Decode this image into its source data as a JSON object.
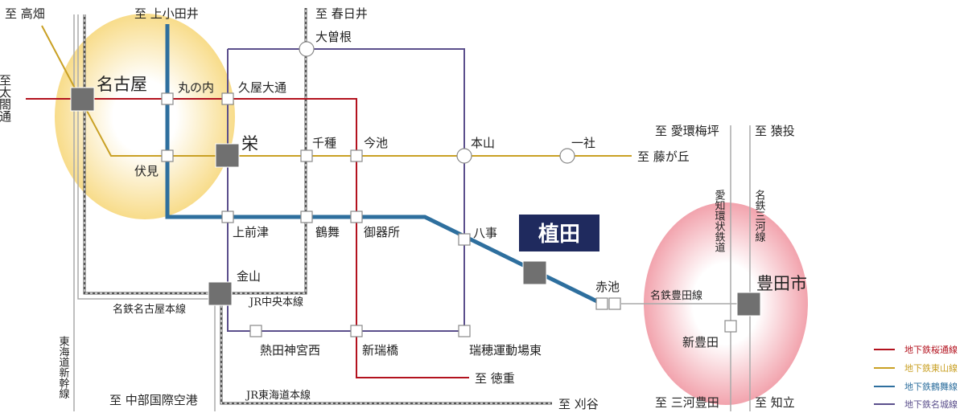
{
  "title": "植田 周辺路線図",
  "colors": {
    "sakura": "#b3121e",
    "higashiyama": "#c9a024",
    "tsurumai": "#2e6f9e",
    "meijo": "#5b4f8c",
    "highlight_box": "#1f2a5e",
    "rail": "#aaaaaa"
  },
  "highlight": "植田",
  "major_stations": {
    "nagoya": "名古屋",
    "sakae": "栄",
    "kanayama": "金山",
    "toyotashi": "豊田市"
  },
  "stations": {
    "marunouchi": "丸の内",
    "hisaya": "久屋大通",
    "fushimi": "伏見",
    "chikusa": "千種",
    "imaike": "今池",
    "motoyama": "本山",
    "issha": "一社",
    "ozone": "大曽根",
    "kamimaezu": "上前津",
    "tsurumai": "鶴舞",
    "gokiso": "御器所",
    "yagoto": "八事",
    "akaike": "赤池",
    "atsutajingunishi": "熱田神宮西",
    "aratamabashi": "新瑞橋",
    "mizuho": "瑞穂運動場東",
    "shintoyota": "新豊田"
  },
  "destinations": {
    "takabata": "至 高畑",
    "taikodori": "至太閤通",
    "kamiotai": "至 上小田井",
    "kasugai": "至 春日井",
    "fujigaoka": "至 藤が丘",
    "aikan_umetsubo": "至 愛環梅坪",
    "sanage": "至 猿投",
    "tokushige": "至 徳重",
    "centrair": "至 中部国際空港",
    "kariya": "至 刈谷",
    "mikawatoyota": "至 三河豊田",
    "chiryu": "至 知立"
  },
  "rail_lines": {
    "meitetsu_nagoya": "名鉄名古屋本線",
    "jr_chuo": "JR中央本線",
    "jr_tokaido": "JR東海道本線",
    "shinkansen": "東海道新幹線",
    "meitetsu_toyota": "名鉄豊田線",
    "aikan": "愛知環状鉄道",
    "meitetsu_mikawa": "名鉄三河線"
  },
  "legend": [
    {
      "label": "地下鉄桜通線",
      "color": "#b3121e"
    },
    {
      "label": "地下鉄東山線",
      "color": "#c9a024"
    },
    {
      "label": "地下鉄鶴舞線",
      "color": "#2e6f9e"
    },
    {
      "label": "地下鉄名城線",
      "color": "#5b4f8c"
    }
  ]
}
